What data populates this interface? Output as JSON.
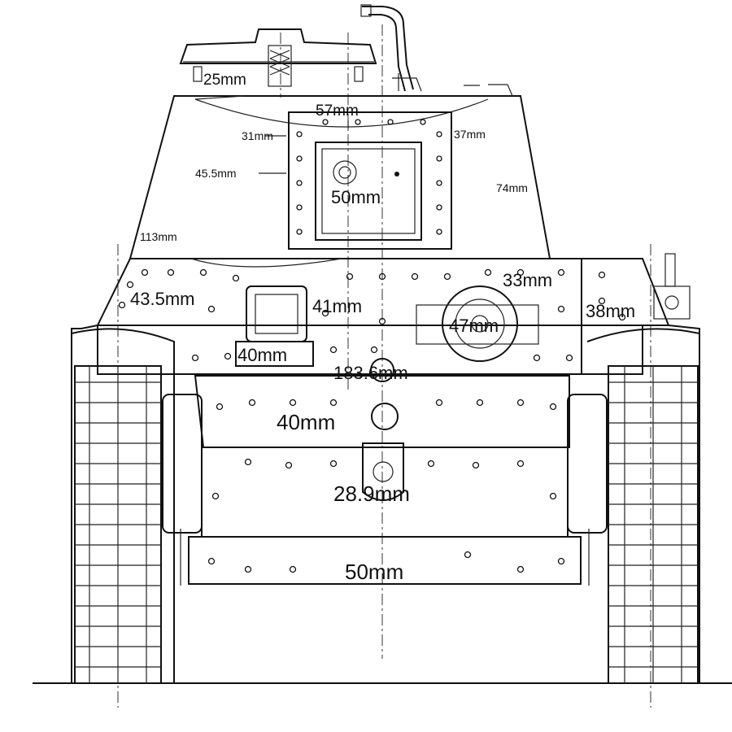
{
  "drawing": {
    "armor_labels": {
      "cupola_top": "25mm",
      "turret_roof_front": "57mm",
      "turret_left_slope": "31mm",
      "turret_right_slope": "37mm",
      "gun_mantlet_side": "45.5mm",
      "gun_mantlet": "50mm",
      "turret_right_side": "74mm",
      "turret_left_side": "113mm",
      "hull_front_right_upper": "33mm",
      "hull_front_left": "43.5mm",
      "hull_front_center": "41mm",
      "mg_mount": "47mm",
      "hull_right_side": "38mm",
      "driver_plate": "40mm",
      "glacis_width": "183.6mm",
      "upper_glacis": "40mm",
      "lower_glacis": "28.9mm",
      "lower_hull": "50mm"
    }
  }
}
